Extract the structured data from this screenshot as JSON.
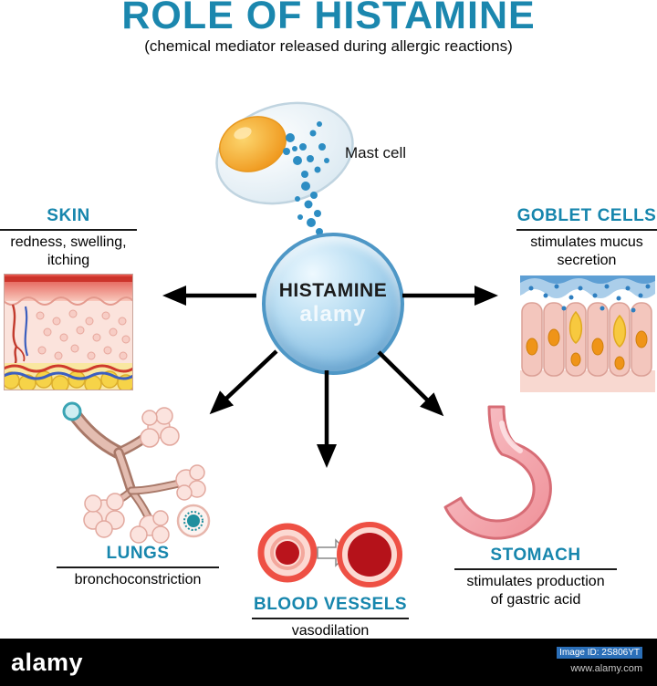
{
  "title": "ROLE OF HISTAMINE",
  "subtitle": "(chemical mediator released during allergic reactions)",
  "center": {
    "mast_cell_label": "Mast cell",
    "histamine_label": "HISTAMINE",
    "watermark": "alamy"
  },
  "sections": {
    "skin": {
      "label": "SKIN",
      "desc1": "redness, swelling,",
      "desc2": "itching"
    },
    "goblet": {
      "label": "GOBLET CELLS",
      "desc1": "stimulates mucus",
      "desc2": "secretion"
    },
    "lungs": {
      "label": "LUNGS",
      "desc1": "bronchoconstriction"
    },
    "vessels": {
      "label": "BLOOD VESSELS",
      "desc1": "vasodilation"
    },
    "stomach": {
      "label": "STOMACH",
      "desc1": "stimulates production",
      "desc2": "of gastric acid"
    }
  },
  "footer": {
    "brand": "alamy",
    "image_id": "Image ID: 2S806YT",
    "url": "www.alamy.com"
  },
  "colors": {
    "accent": "#1786ad",
    "arrow": "#000000",
    "histamine_fill": "#a9d5ef",
    "footer_bg": "#000000"
  }
}
